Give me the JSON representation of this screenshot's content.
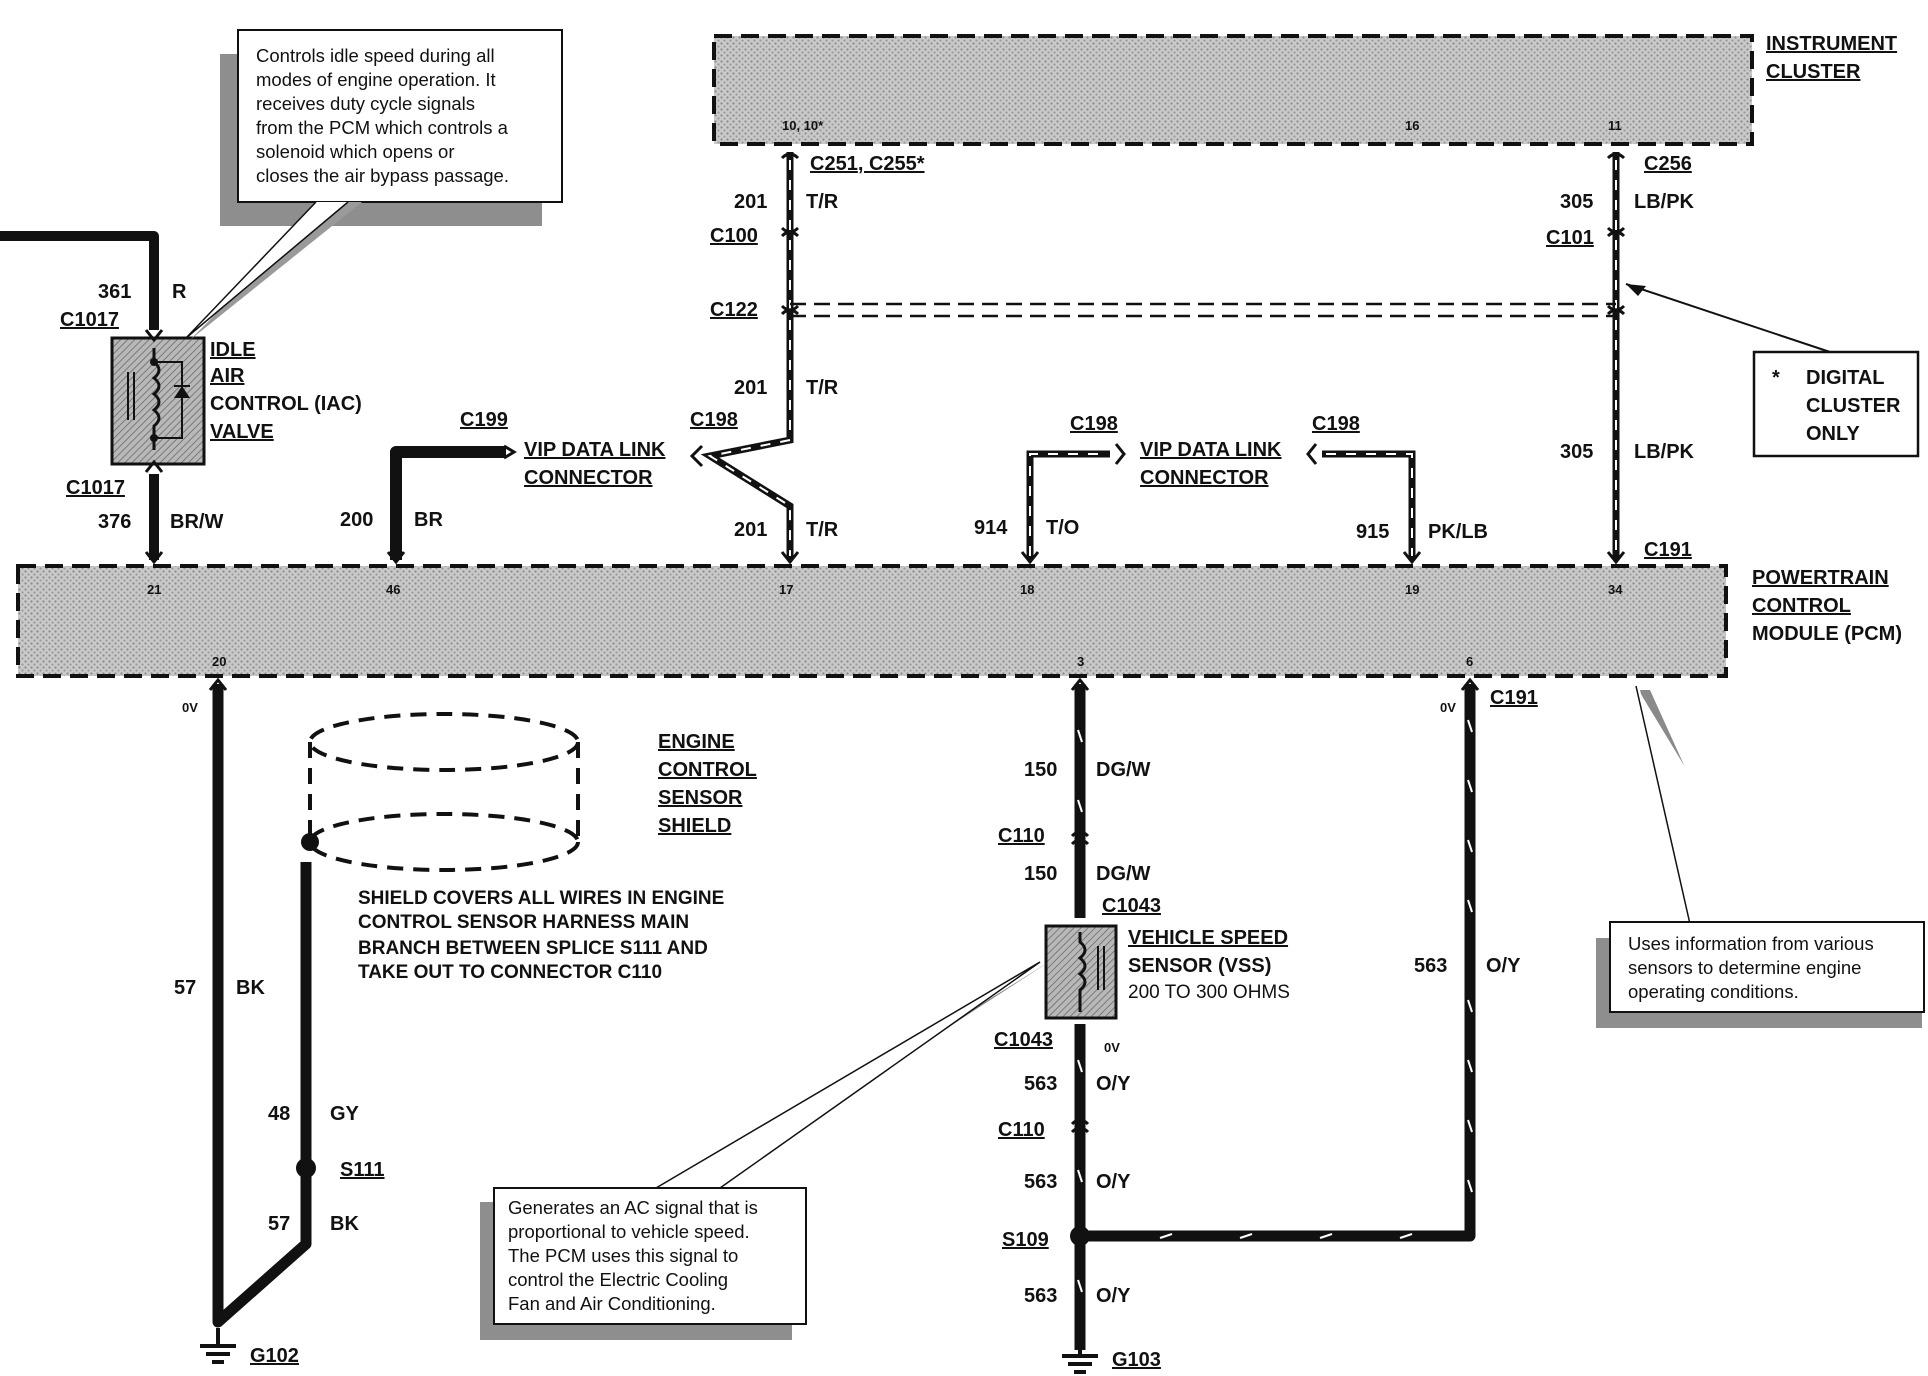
{
  "instrument_cluster": {
    "title_line1": "INSTRUMENT",
    "title_line2": "CLUSTER",
    "pins": [
      "10, 10*",
      "16",
      "11"
    ]
  },
  "pcm": {
    "title_line1": "POWERTRAIN",
    "title_line2": "CONTROL",
    "title_line3": "MODULE (PCM)",
    "top_pins": [
      "21",
      "46",
      "17",
      "18",
      "19",
      "34"
    ],
    "bottom_pins": [
      "20",
      "3",
      "6"
    ]
  },
  "iac": {
    "name_line1": "IDLE",
    "name_line2": "AIR",
    "name_line3": "CONTROL (IAC)",
    "name_line4": "VALVE",
    "note": [
      "Controls idle speed during all",
      "modes of engine operation. It",
      "receives duty cycle signals",
      "from the PCM which controls a",
      "solenoid  which  opens  or",
      "closes the air bypass passage."
    ]
  },
  "wires": {
    "w361": {
      "num": "361",
      "color": "R"
    },
    "w376": {
      "num": "376",
      "color": "BR/W"
    },
    "w200": {
      "num": "200",
      "color": "BR"
    },
    "w201": {
      "num": "201",
      "color": "T/R"
    },
    "w914": {
      "num": "914",
      "color": "T/O"
    },
    "w915": {
      "num": "915",
      "color": "PK/LB"
    },
    "w305": {
      "num": "305",
      "color": "LB/PK"
    },
    "w57": {
      "num": "57",
      "color": "BK"
    },
    "w48": {
      "num": "48",
      "color": "GY"
    },
    "w150": {
      "num": "150",
      "color": "DG/W"
    },
    "w563": {
      "num": "563",
      "color": "O/Y"
    }
  },
  "connectors": {
    "c1017": "C1017",
    "c199": "C199",
    "c198": "C198",
    "c251": "C251",
    "c255": "C255*",
    "c256": "C256",
    "c100": "C100",
    "c101": "C101",
    "c122": "C122",
    "c191": "C191",
    "c110": "C110",
    "c1043": "C1043",
    "s111": "S111",
    "s109": "S109",
    "g102": "G102",
    "g103": "G103"
  },
  "vip": {
    "line1": "VIP DATA LINK",
    "line2": "CONNECTOR"
  },
  "digital_note": {
    "star": "*",
    "line1": "DIGITAL",
    "line2": "CLUSTER",
    "line3": "ONLY"
  },
  "shield": {
    "name_line1": "ENGINE",
    "name_line2": "CONTROL",
    "name_line3": "SENSOR",
    "name_line4": "SHIELD",
    "note": [
      "SHIELD COVERS ALL WIRES IN ENGINE",
      "CONTROL SENSOR HARNESS MAIN",
      "BRANCH BETWEEN SPLICE S111 AND",
      "TAKE OUT TO CONNECTOR C110"
    ]
  },
  "vss": {
    "name_line1": "VEHICLE SPEED",
    "name_line2": "SENSOR (VSS)",
    "resistance": "200 TO 300 OHMS",
    "note": [
      "Generates an AC signal that is",
      "proportional to vehicle speed.",
      "The PCM uses this signal to",
      "control  the  Electric  Cooling",
      "Fan and Air Conditioning."
    ]
  },
  "pcm_note": [
    "Uses information from various",
    "sensors to determine engine",
    "operating conditions."
  ],
  "voltage": {
    "zero": "0V"
  }
}
